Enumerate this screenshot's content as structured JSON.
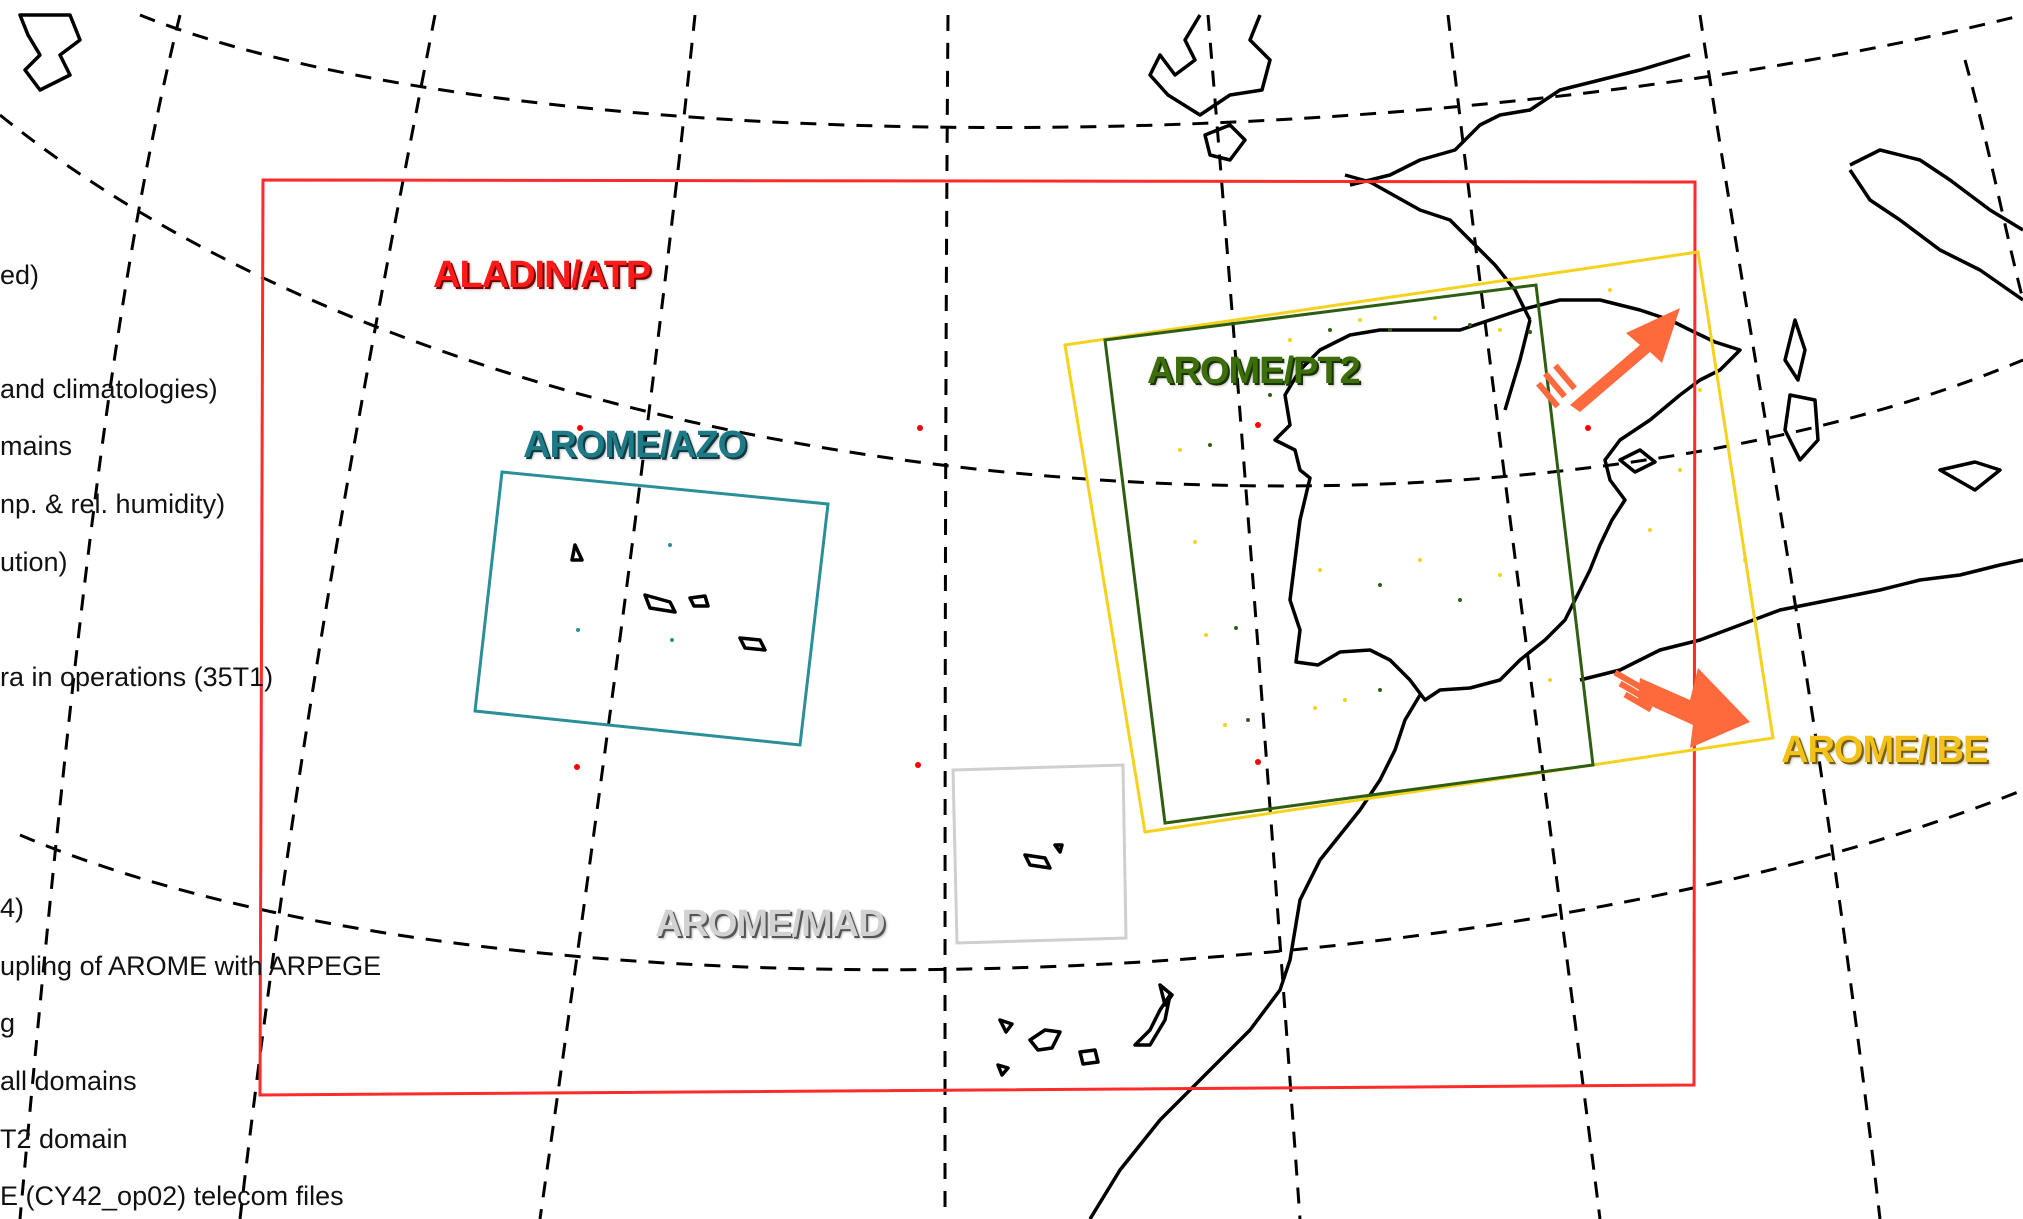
{
  "map": {
    "domains": {
      "atp": "ALADIN/ATP",
      "azo": "AROME/AZO",
      "pt2": "AROME/PT2",
      "ibe": "AROME/IBE",
      "mad": "AROME/MAD"
    },
    "colors": {
      "atp": "#ff2a2a",
      "azo": "#2a8f99",
      "pt2": "#2f5e12",
      "ibe": "#f5d21e",
      "mad": "#cfcfcf",
      "arrow": "#ff6a3d",
      "coast": "#000000",
      "grid": "#000000"
    },
    "arrows": [
      "expand-northeast-arrow",
      "expand-east-arrow"
    ]
  },
  "side_text": [
    "ed)",
    " and climatologies)",
    "mains",
    "np. & rel. humidity)",
    "ution)",
    "ra in operations (35T1)",
    "4)",
    "upling of AROME with ARPEGE",
    "g",
    " all domains",
    "T2 domain",
    "E (CY42_op02) telecom files"
  ]
}
